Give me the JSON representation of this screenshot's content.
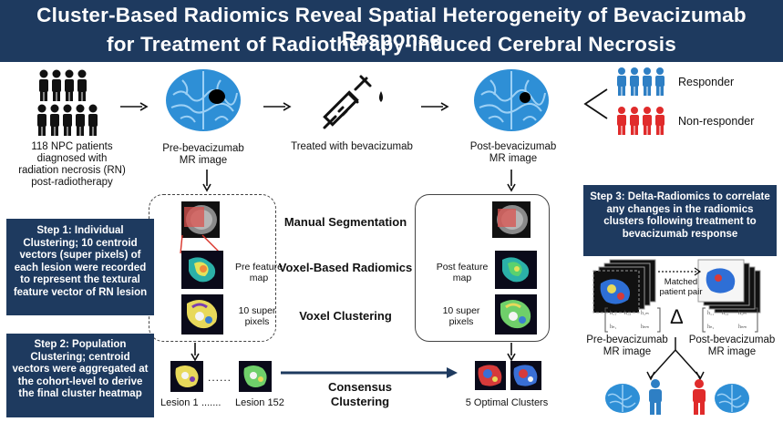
{
  "title": {
    "line1": "Cluster-Based Radiomics Reveal Spatial Heterogeneity of Bevacizumab Response",
    "line2": "for Treatment of Radiotherapy-induced Cerebral Necrosis"
  },
  "pipeline": {
    "patients": "118 NPC patients diagnosed with radiation necrosis (RN) post-radiotherapy",
    "pre_mr": "Pre-bevacizumab MR image",
    "treated": "Treated with bevacizumab",
    "post_mr": "Post-bevacizumab MR image",
    "responder": "Responder",
    "non_responder": "Non-responder"
  },
  "center": {
    "manual_segmentation": "Manual Segmentation",
    "voxel_radiomics": "Voxel-Based Radiomics",
    "voxel_clustering": "Voxel Clustering",
    "pre_feature_map": "Pre feature map",
    "post_feature_map": "Post feature map",
    "pre_super_pixels": "10 super pixels",
    "post_super_pixels": "10 super pixels"
  },
  "steps": {
    "step1": "Step 1: Individual Clustering; 10 centroid vectors (super pixels) of each lesion were recorded to represent the textural feature vector of RN lesion",
    "step2": "Step 2: Population Clustering; centroid vectors were aggregated at the cohort-level to derive the final cluster heatmap",
    "step3": "Step 3: Delta-Radiomics to correlate any changes in the radiomics clusters following treatment to bevacizumab response"
  },
  "bottom": {
    "lesion1": "Lesion 1",
    "dots_top": "......",
    "dots_bottom": ".......",
    "lesion152": "Lesion 152",
    "consensus": "Consensus Clustering",
    "optimal": "5 Optimal Clusters"
  },
  "right": {
    "matched": "Matched patient pair",
    "pre_mr": "Pre-bevacizumab MR image",
    "post_mr": "Post-bevacizumab MR image",
    "delta": "Δ"
  },
  "colors": {
    "navy": "#1e3a5f",
    "brain": "#2e8fd6",
    "responder": "#2e7fc4",
    "non_responder": "#e02b2b"
  }
}
